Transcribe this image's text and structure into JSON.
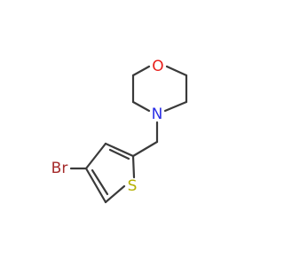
{
  "molecule": {
    "atoms": {
      "oxygen": {
        "symbol": "O",
        "color": "#e8201c"
      },
      "nitrogen": {
        "symbol": "N",
        "color": "#2a2ee6"
      },
      "sulfur": {
        "symbol": "S",
        "color": "#b5b000"
      },
      "bromine": {
        "symbol": "Br",
        "color": "#a52a2a"
      }
    },
    "bond_color": "#3a3a3a"
  }
}
